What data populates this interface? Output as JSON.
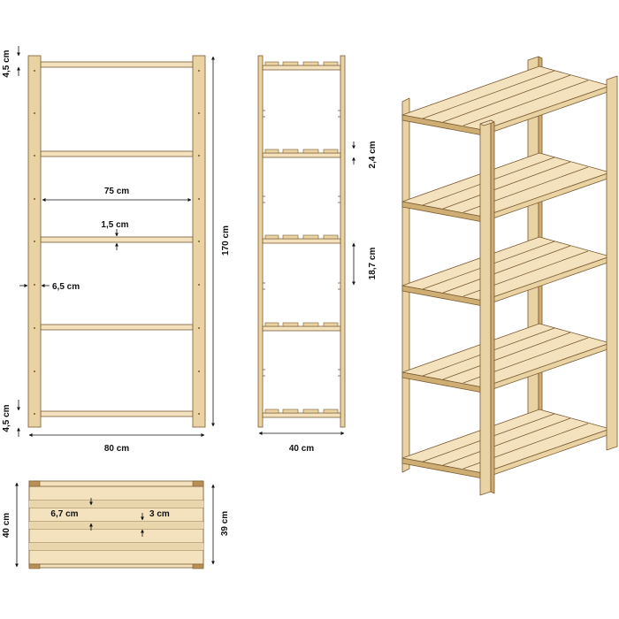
{
  "colors": {
    "wood_light": "#f3e2bd",
    "wood_mid": "#ead3a3",
    "wood_dark": "#cfae74",
    "outline": "#7a5a32",
    "dimension_line": "#111111"
  },
  "front_view": {
    "dim_top_shelf": "4,5 cm",
    "dim_bottom_shelf": "4,5 cm",
    "dim_inner_width": "75 cm",
    "dim_shelf_thickness": "1,5 cm",
    "dim_post_width": "6,5 cm",
    "dim_height": "170 cm",
    "dim_total_width": "80 cm"
  },
  "side_view": {
    "dim_slat_gap": "2,4 cm",
    "dim_shelf_gap": "18,7 cm",
    "dim_depth": "40 cm"
  },
  "top_view": {
    "dim_depth": "40 cm",
    "dim_slat_width": "6,7 cm",
    "dim_slat_spacing": "3 cm",
    "dim_inner_depth": "39 cm"
  }
}
